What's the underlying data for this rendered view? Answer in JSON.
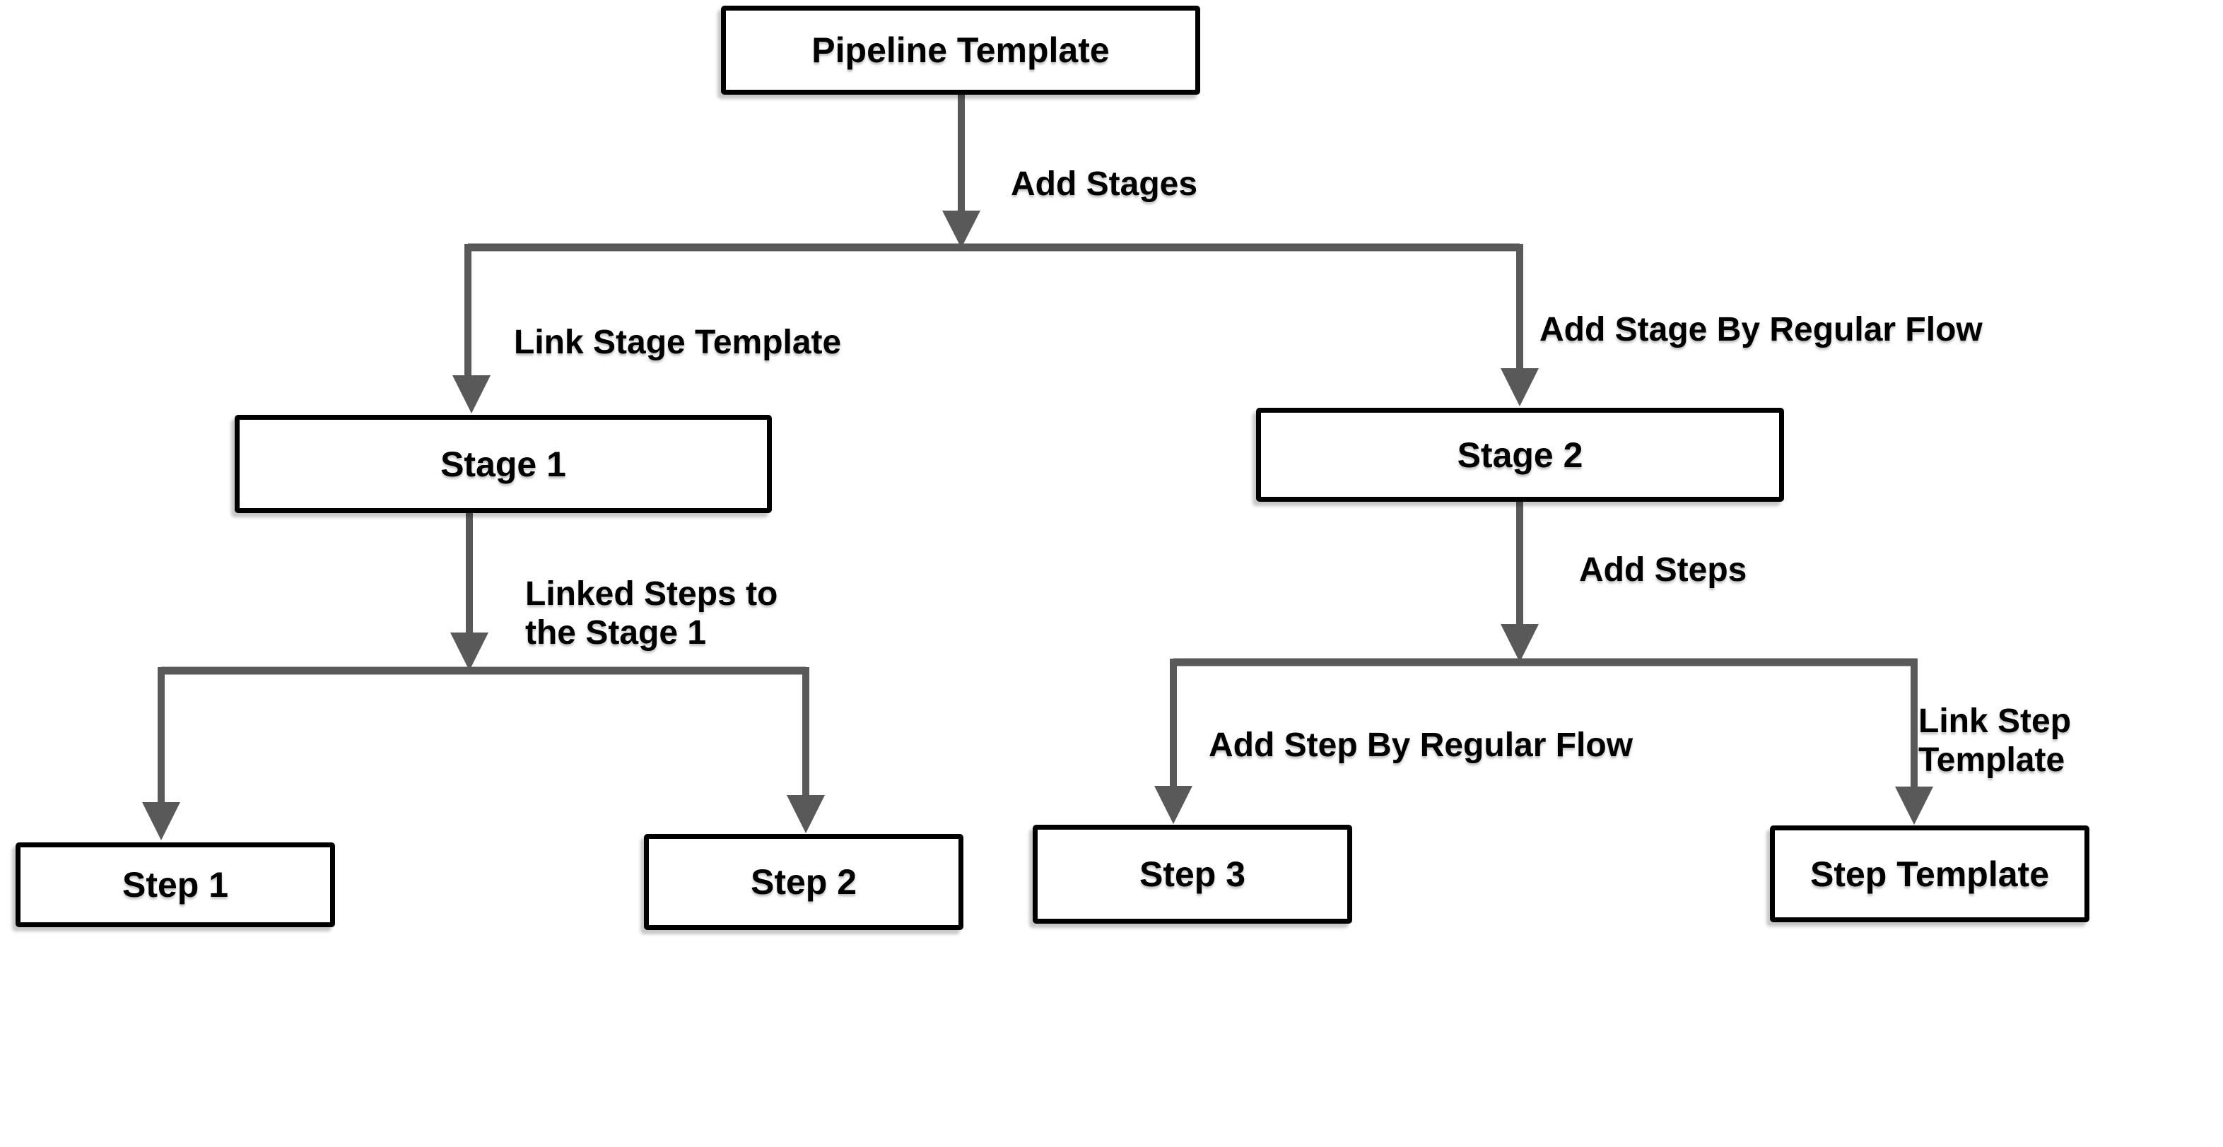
{
  "diagram": {
    "background_color": "#ffffff",
    "line_color": "#595959",
    "border_color": "#000000",
    "text_color": "#000000",
    "nodes": {
      "pipeline_template": {
        "label": "Pipeline Template"
      },
      "stage_1": {
        "label": "Stage 1"
      },
      "stage_2": {
        "label": "Stage 2"
      },
      "step_1": {
        "label": "Step 1"
      },
      "step_2": {
        "label": "Step 2"
      },
      "step_3": {
        "label": "Step 3"
      },
      "step_template": {
        "label": "Step Template"
      }
    },
    "edge_labels": {
      "add_stages": "Add Stages",
      "link_stage_template": "Link Stage Template",
      "add_stage_by_regular_flow": "Add Stage By Regular Flow",
      "linked_steps_to_stage_1": "Linked Steps to\nthe Stage 1",
      "add_steps": "Add Steps",
      "add_step_by_regular_flow": "Add Step By Regular Flow",
      "link_step_template": "Link Step Template"
    }
  }
}
